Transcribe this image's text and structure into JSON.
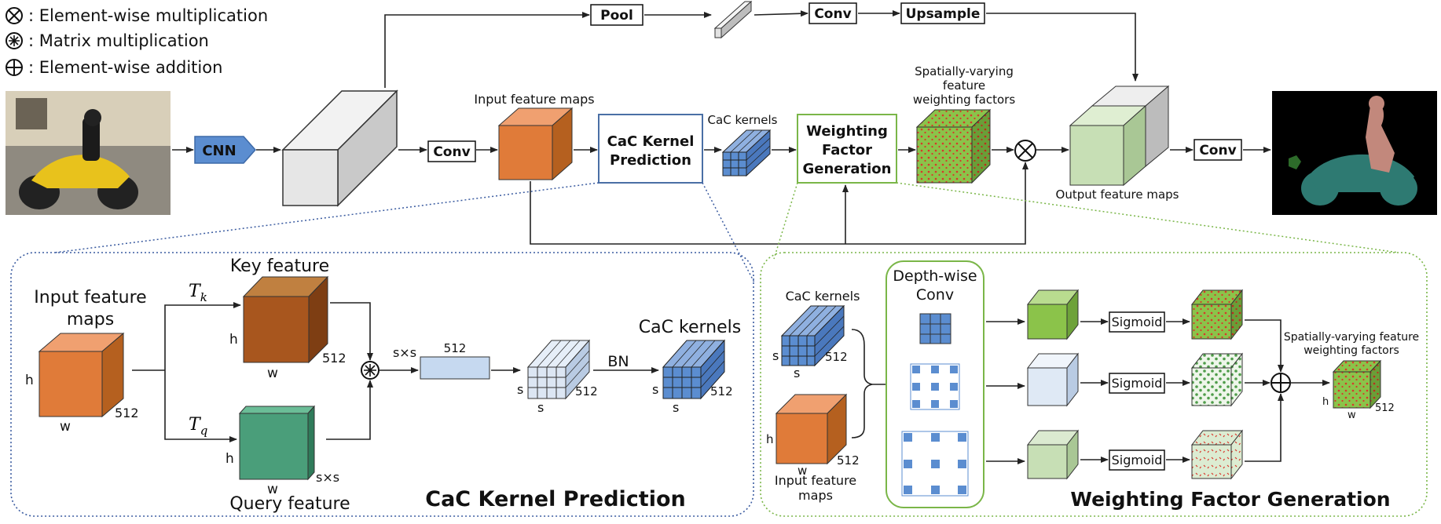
{
  "legend": {
    "elementwise_mult": ": Element-wise multiplication",
    "matrix_mult": ": Matrix multiplication",
    "elementwise_add": ": Element-wise addition"
  },
  "top_branch": {
    "pool": "Pool",
    "conv": "Conv",
    "upsample": "Upsample"
  },
  "main_pipeline": {
    "cnn": "CNN",
    "conv": "Conv",
    "input_feature_maps": "Input feature maps",
    "cac_kernel_prediction_line1": "CaC Kernel",
    "cac_kernel_prediction_line2": "Prediction",
    "cac_kernels": "CaC kernels",
    "weighting_line1": "Weighting",
    "weighting_line2": "Factor",
    "weighting_line3": "Generation",
    "spatial_line1": "Spatially-varying",
    "spatial_line2": "feature",
    "spatial_line3": "weighting factors",
    "output_feature_maps": "Output feature maps",
    "final_conv": "Conv"
  },
  "left_panel": {
    "title": "CaC Kernel Prediction",
    "input_line1": "Input feature",
    "input_line2": "maps",
    "key_feature": "Key feature",
    "query_feature": "Query feature",
    "tk": "T",
    "tk_sub": "k",
    "tq": "T",
    "tq_sub": "q",
    "h": "h",
    "w": "w",
    "c512": "512",
    "sxs": "s×s",
    "s": "s",
    "bn": "BN",
    "cac_kernels": "CaC kernels"
  },
  "right_panel": {
    "title": "Weighting Factor Generation",
    "cac_kernels": "CaC kernels",
    "depthwise_line1": "Depth-wise",
    "depthwise_line2": "Conv",
    "input_line1": "Input feature",
    "input_line2": "maps",
    "sigmoid": "Sigmoid",
    "spatial_line1": "Spatially-varying feature",
    "spatial_line2": "weighting factors",
    "h": "h",
    "w": "w",
    "s": "s",
    "c512": "512"
  },
  "colors": {
    "orange": "#E07B39",
    "brown": "#A8561E",
    "teal": "#4A9E7A",
    "blue": "#5B8DD0",
    "light_blue": "#C6D9F0",
    "green": "#8BC34A",
    "light_green": "#C7DFB5",
    "grey": "#E0E0E0",
    "panel_blue": "#3A5BA0",
    "panel_green": "#7AB648"
  }
}
